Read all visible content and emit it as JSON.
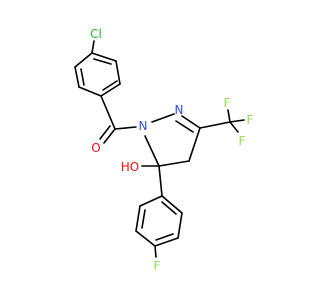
{
  "molecule": {
    "atoms": [
      {
        "id": "cl",
        "label": "Cl",
        "color": "#1fc41f"
      },
      {
        "id": "o_carbonyl",
        "label": "O",
        "color": "#ff0d0d"
      },
      {
        "id": "n1",
        "label": "N",
        "color": "#3050f8"
      },
      {
        "id": "n2",
        "label": "N",
        "color": "#3050f8"
      },
      {
        "id": "f_a",
        "label": "F",
        "color": "#90e050"
      },
      {
        "id": "f_b",
        "label": "F",
        "color": "#90e050"
      },
      {
        "id": "f_c",
        "label": "F",
        "color": "#90e050"
      },
      {
        "id": "oh",
        "label": "HO",
        "color": "#ff0d0d"
      },
      {
        "id": "f_aryl",
        "label": "F",
        "color": "#90e050"
      }
    ]
  }
}
